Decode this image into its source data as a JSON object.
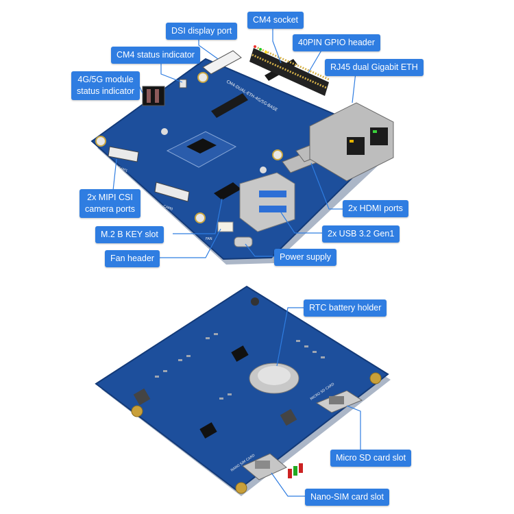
{
  "labels": {
    "dsi_display_port": "DSI display port",
    "cm4_socket": "CM4 socket",
    "gpio_header": "40PIN GPIO header",
    "cm4_status_indicator": "CM4 status indicator",
    "rj45_eth": "RJ45 dual Gigabit ETH",
    "module_status_line1": "4G/5G module",
    "module_status_line2": "status indicator",
    "mipi_csi_line1": "2x MIPI CSI",
    "mipi_csi_line2": "camera ports",
    "hdmi_ports": "2x HDMI ports",
    "m2_slot": "M.2 B KEY slot",
    "usb_ports": "2x USB 3.2 Gen1",
    "fan_header": "Fan header",
    "power_supply": "Power supply",
    "rtc_battery": "RTC battery holder",
    "microsd_slot": "Micro SD card slot",
    "nanosim_slot": "Nano-SIM card slot"
  },
  "board_silkscreen": {
    "model": "CM4-DUAL-ETH-4G/5G-BASE",
    "micro_sd": "MICRO SD CARD",
    "nano_sim": "NANO SIM CARD",
    "fan": "FAN",
    "cam0": "CAM0",
    "cam1": "CAM1"
  },
  "colors": {
    "callout_bg": "#2f7de1",
    "pcb_blue": "#1d4f9c",
    "pcb_edge": "#133a78",
    "leader_line": "#2f7de1"
  }
}
